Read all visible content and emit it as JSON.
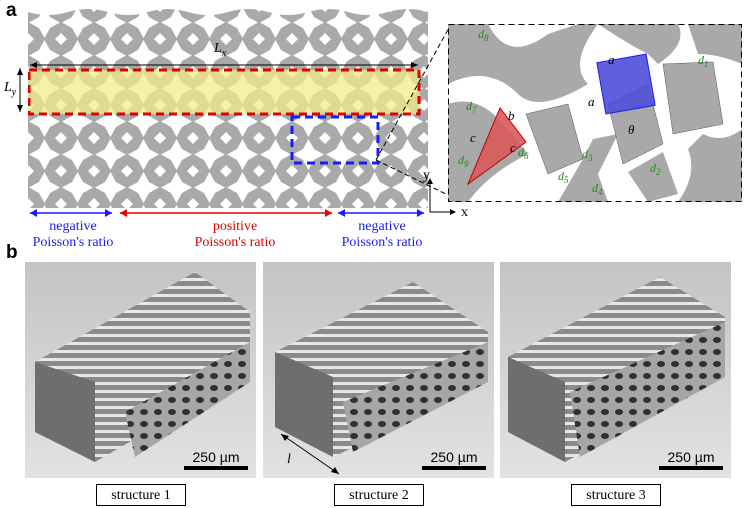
{
  "panel_a": {
    "letter": "a",
    "lx_label": "L",
    "lx_sub": "x",
    "ly_label": "L",
    "ly_sub": "y",
    "regions": [
      {
        "line1": "negative",
        "line2": "Poisson's ratio",
        "color": "#1a1aff"
      },
      {
        "line1": "positive",
        "line2": "Poisson's ratio",
        "color": "#e00000"
      },
      {
        "line1": "negative",
        "line2": "Poisson's ratio",
        "color": "#1a1aff"
      }
    ],
    "axes": {
      "x": "x",
      "y": "y"
    },
    "zoom": {
      "d_labels": [
        "d8",
        "d1",
        "d7",
        "d6",
        "d9",
        "d3",
        "d2",
        "d5",
        "d4"
      ],
      "geom_labels": [
        "a",
        "a",
        "b",
        "c",
        "c",
        "θ"
      ],
      "square_color": "#4f4fd8",
      "triangle_color": "#d85a5a"
    },
    "highlight_color": "#f2ee8a"
  },
  "panel_b": {
    "letter": "b",
    "images": [
      {
        "caption": "structure 1",
        "scale": "250 µm"
      },
      {
        "caption": "structure 2",
        "scale": "250 µm",
        "length_label": "l"
      },
      {
        "caption": "structure 3",
        "scale": "250 µm"
      }
    ]
  }
}
